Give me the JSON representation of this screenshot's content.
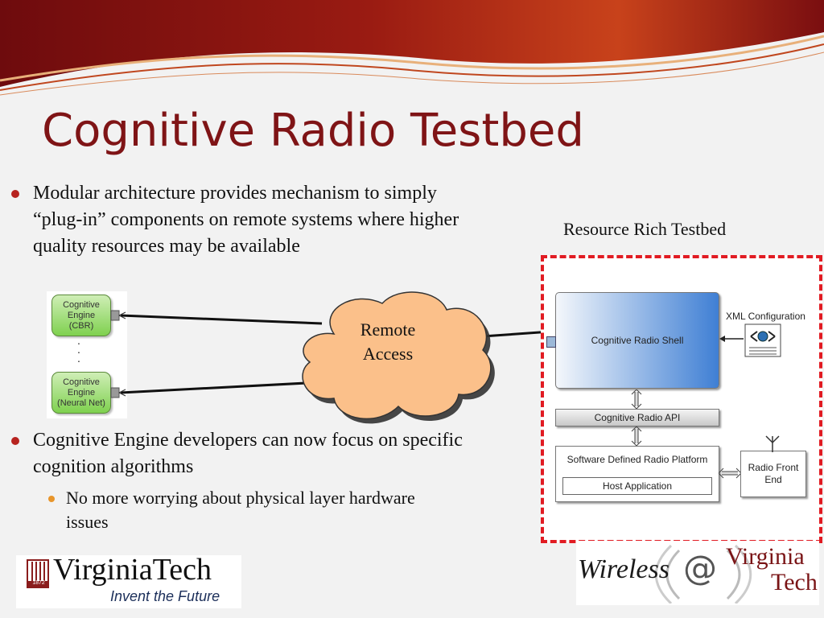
{
  "slide": {
    "title": "Cognitive Radio Testbed",
    "bullets": [
      {
        "text": "Modular architecture provides mechanism to simply “plug-in” components on remote systems where higher quality resources may be available"
      },
      {
        "text": "Cognitive Engine developers can now focus on specific cognition algorithms",
        "sub": [
          {
            "text": "No more worrying about physical layer hardware issues"
          }
        ]
      }
    ]
  },
  "diagram": {
    "engines": [
      "Cognitive\nEngine\n(CBR)",
      "Cognitive\nEngine\n(Neural Net)"
    ],
    "ellipsis": ".\n.\n.",
    "cloud_label": "Remote\nAccess",
    "testbed_label": "Resource Rich Testbed",
    "shell": "Cognitive Radio Shell",
    "xml": "XML Configuration",
    "api": "Cognitive Radio API",
    "sdr": "Software Defined Radio Platform",
    "host": "Host Application",
    "rfe": "Radio Front\nEnd"
  },
  "logos": {
    "vt_name": "VirginiaTech",
    "vt_year": "1872",
    "vt_tagline": "Invent the Future",
    "wireless": "Wireless",
    "at": "@",
    "virginia": "Virginia",
    "tech": "Tech"
  },
  "colors": {
    "title": "#7f1416",
    "banner_dark": "#7a0e10",
    "banner_accent": "#d0541c",
    "cloud_fill": "#fbc08a",
    "dashed_border": "#e11b22",
    "shell_gradient_end": "#3f7fd4"
  }
}
